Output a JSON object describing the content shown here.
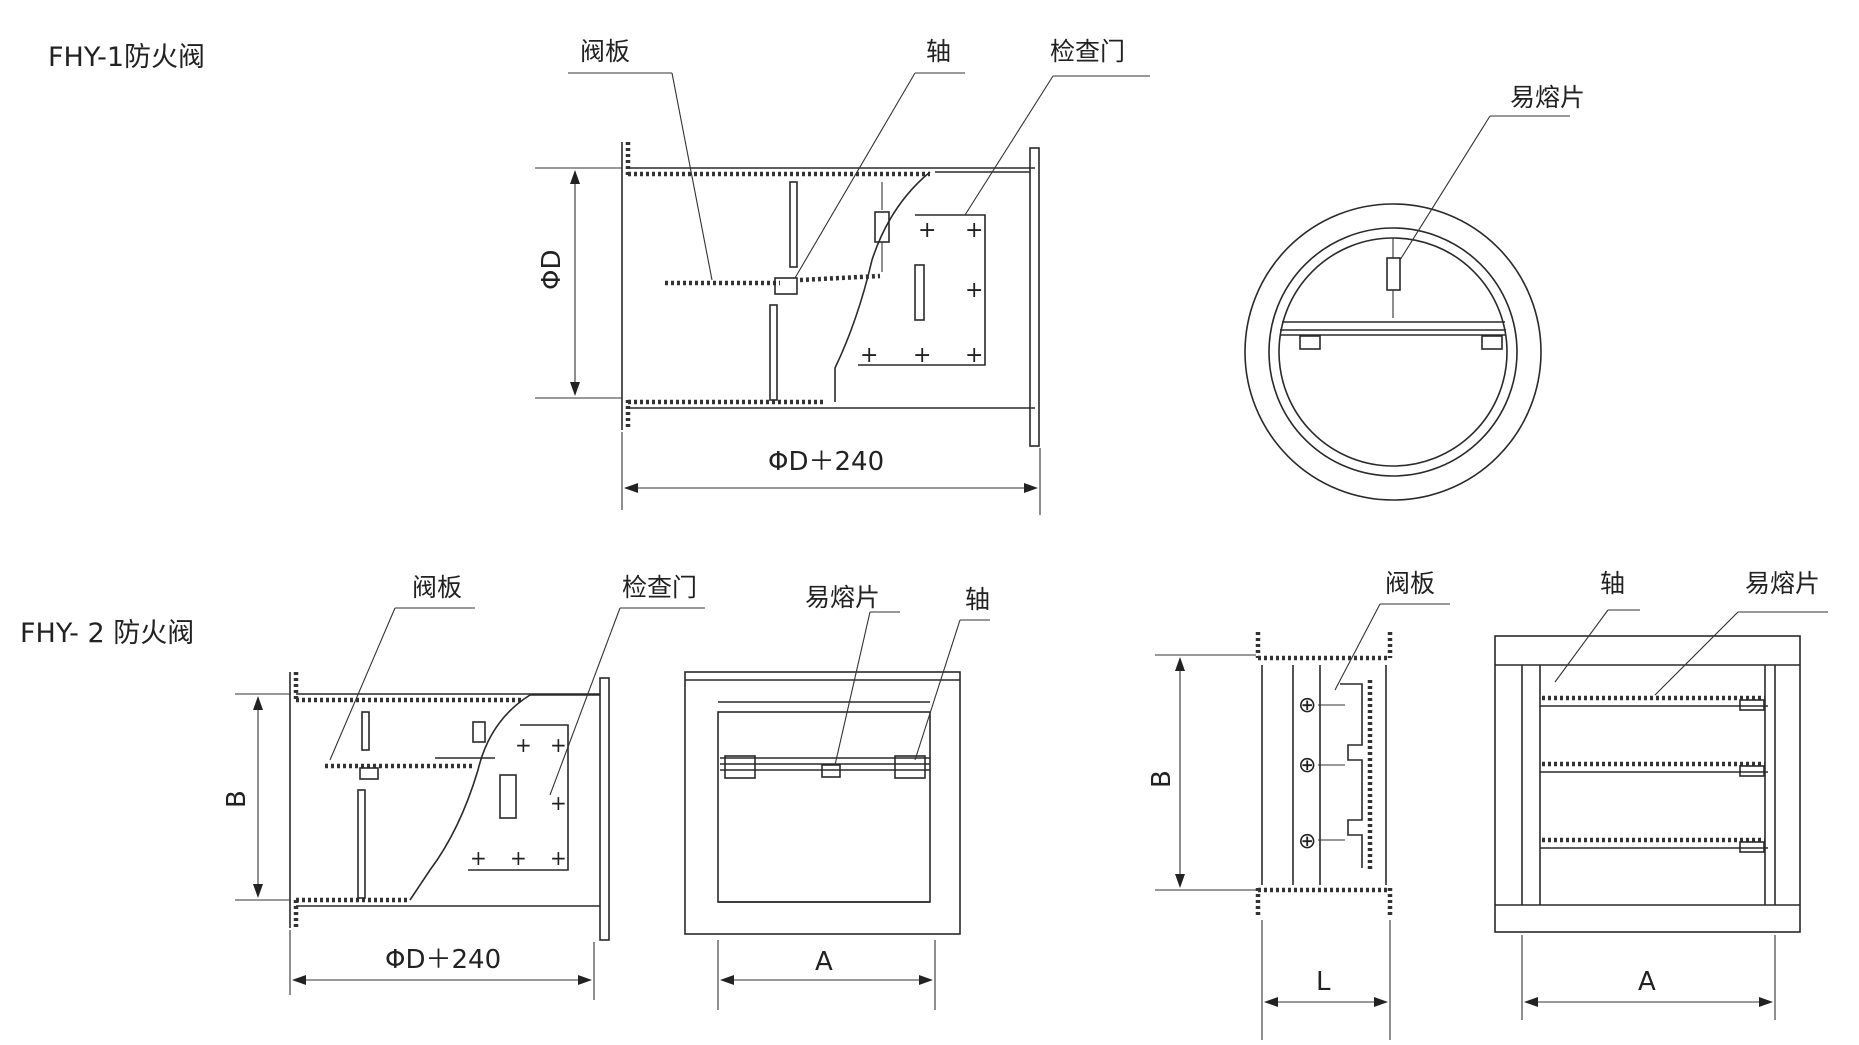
{
  "titles": {
    "fhy1": "FHY-1防火阀",
    "fhy2": "FHY- 2 防火阀"
  },
  "fhy1_side": {
    "label_plate": "阀板",
    "label_shaft": "轴",
    "label_door": "检查门",
    "dim_height": "ΦD",
    "dim_length": "ΦD＋240"
  },
  "fhy1_front": {
    "label_fuse": "易熔片"
  },
  "fhy2_side": {
    "label_plate": "阀板",
    "label_door": "检查门",
    "dim_height": "B",
    "dim_length": "ΦD＋240"
  },
  "fhy2_front": {
    "label_fuse": "易熔片",
    "label_shaft": "轴",
    "dim_width": "A"
  },
  "fhy2_multi_side": {
    "label_plate": "阀板",
    "dim_height": "B",
    "dim_length": "L"
  },
  "fhy2_multi_front": {
    "label_shaft": "轴",
    "label_fuse": "易熔片",
    "dim_width": "A"
  }
}
